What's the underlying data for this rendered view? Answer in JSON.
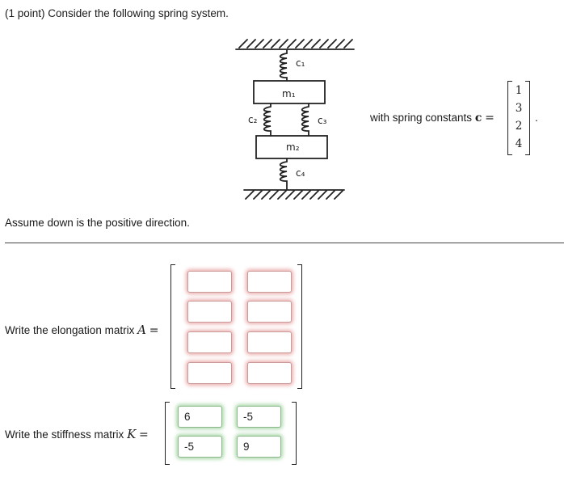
{
  "problem": {
    "header": "(1 point) Consider the following spring system."
  },
  "figure": {
    "labels": {
      "c1": "c₁",
      "m1": "m₁",
      "c2": "c₂",
      "c3": "c₃",
      "m2": "m₂",
      "c4": "c₄"
    }
  },
  "spring_constants": {
    "text": "with spring constants",
    "symbol": "c",
    "equals": "=",
    "values": "1 3 2 4",
    "end_punct": "."
  },
  "assume_text": "Assume down is the positive direction.",
  "elongation": {
    "label": "Write the elongation matrix",
    "symbol": "A",
    "equals": "=",
    "rows": 4,
    "cols": 2,
    "status": "incorrect",
    "status_color": "#d75050"
  },
  "stiffness": {
    "label": "Write the stiffness matrix",
    "symbol": "K",
    "equals": "=",
    "status": "correct",
    "status_color": "#46aa46",
    "values": [
      [
        "6",
        "-5"
      ],
      [
        "-5",
        "9"
      ]
    ]
  }
}
